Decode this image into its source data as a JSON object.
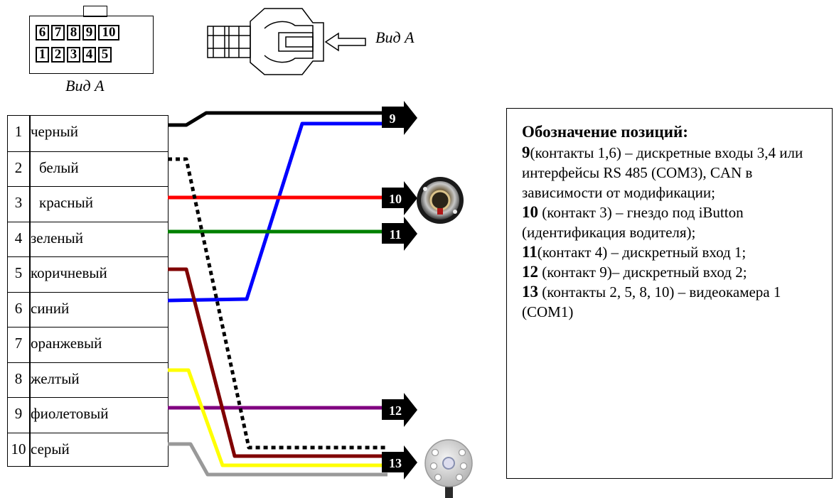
{
  "connector": {
    "pins_top": [
      "6",
      "7",
      "8",
      "9",
      "10"
    ],
    "pins_bottom": [
      "1",
      "2",
      "3",
      "4",
      "5"
    ],
    "view_caption": "Вид А",
    "side_view_caption": "Вид А"
  },
  "wires": [
    {
      "num": "1",
      "color_name": "черный",
      "hex": "#000000"
    },
    {
      "num": "2",
      "color_name": "белый",
      "hex": "#000000"
    },
    {
      "num": "3",
      "color_name": "красный",
      "hex": "#ff0000"
    },
    {
      "num": "4",
      "color_name": "зеленый",
      "hex": "#008000"
    },
    {
      "num": "5",
      "color_name": "коричневый",
      "hex": "#800000"
    },
    {
      "num": "6",
      "color_name": "синий",
      "hex": "#0000ff"
    },
    {
      "num": "7",
      "color_name": "оранжевый",
      "hex": "#ff8000"
    },
    {
      "num": "8",
      "color_name": "желтый",
      "hex": "#ffff00"
    },
    {
      "num": "9",
      "color_name": "фиолетовый",
      "hex": "#800080"
    },
    {
      "num": "10",
      "color_name": "серый",
      "hex": "#999999"
    }
  ],
  "terminals": [
    "9",
    "10",
    "11",
    "12",
    "13"
  ],
  "legend": {
    "title": "Обозначение позиций:",
    "items": [
      {
        "num": "9",
        "text": "(контакты 1,6) – дискретные входы 3,4 или интерфейсы RS 485 (COM3), CAN в зависимости от модификации;"
      },
      {
        "num": "10",
        "text": " (контакт 3) – гнездо под iButton (идентификация водителя);"
      },
      {
        "num": "11",
        "text": "(контакт 4) – дискретный вход 1;"
      },
      {
        "num": "12",
        "text": " (контакт 9)– дискретный вход 2;"
      },
      {
        "num": "13",
        "text": " (контакты 2, 5, 8, 10) – видеокамера 1 (COM1)"
      }
    ]
  }
}
